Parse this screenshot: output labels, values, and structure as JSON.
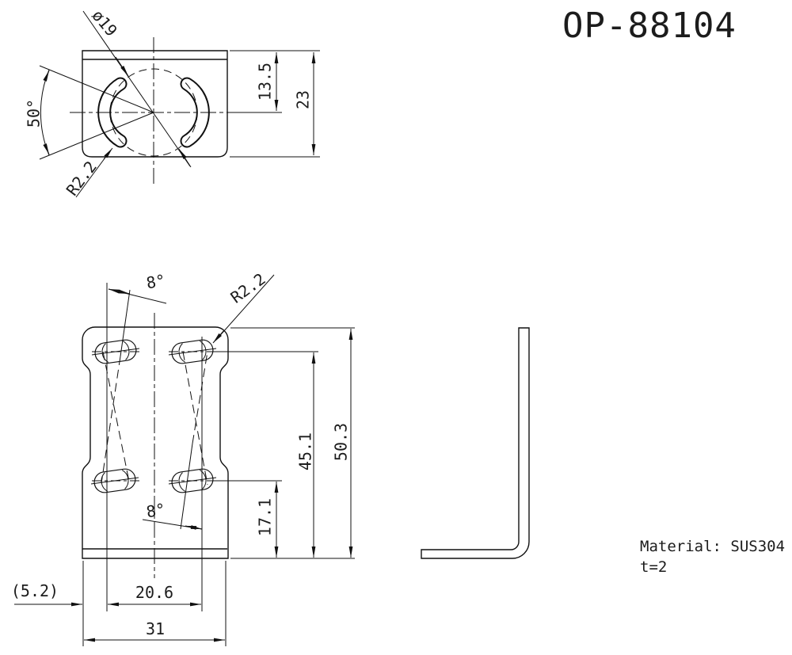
{
  "title": "OP-88104",
  "notes": {
    "material": "Material: SUS304",
    "thickness": "t=2"
  },
  "top_view": {
    "dim_diameter": "ø19",
    "dim_angle": "50°",
    "dim_radius": "R2.2",
    "dim_center_offset": "13.5",
    "dim_depth": "23"
  },
  "front_view": {
    "dim_slot_angle_top": "8°",
    "dim_slot_angle_bottom": "8°",
    "dim_radius": "R2.2",
    "dim_slot_height": "45.1",
    "dim_height": "50.3",
    "dim_lower_slot_height": "17.1",
    "dim_slot_spacing": "20.6",
    "dim_width": "31",
    "dim_edge_offset": "(5.2)"
  }
}
